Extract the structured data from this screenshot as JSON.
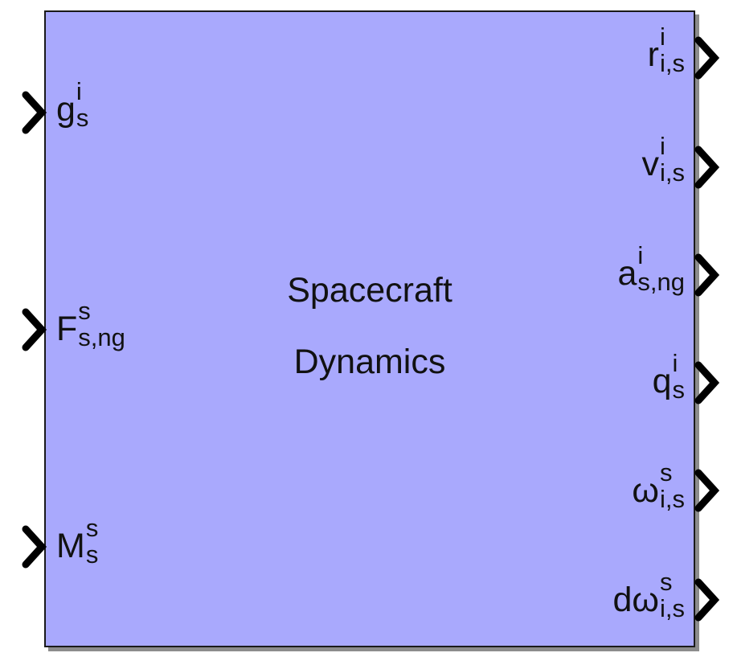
{
  "block": {
    "title_lines": [
      "Spacecraft",
      "Dynamics"
    ],
    "fill_color": "#a9a9fd",
    "border_color": "#1a1a1a"
  },
  "inputs": [
    {
      "symbol": "g",
      "sup": "i",
      "sub": "s"
    },
    {
      "symbol": "F",
      "sup": "s",
      "sub": "s,ng"
    },
    {
      "symbol": "M",
      "sup": "s",
      "sub": "s"
    }
  ],
  "outputs": [
    {
      "symbol": "r",
      "sup": "i",
      "sub": "i,s"
    },
    {
      "symbol": "v",
      "sup": "i",
      "sub": "i,s"
    },
    {
      "symbol": "a",
      "sup": "i",
      "sub": "s,ng"
    },
    {
      "symbol": "q",
      "sup": "i",
      "sub": "s"
    },
    {
      "symbol": "ω",
      "sup": "s",
      "sub": "i,s"
    },
    {
      "symbol": "dω",
      "sup": "s",
      "sub": "i,s"
    }
  ]
}
